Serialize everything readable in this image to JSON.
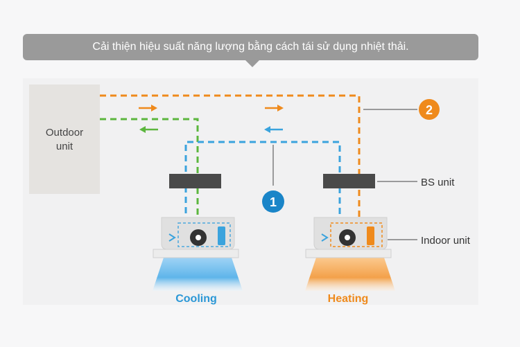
{
  "tooltip": {
    "text": "Cải thiện hiệu suất năng lượng bằng cách tái sử dụng nhiệt thải."
  },
  "diagram": {
    "outdoor_unit_label": [
      "Outdoor",
      "unit"
    ],
    "bs_unit_label": "BS unit",
    "indoor_unit_label": "Indoor unit",
    "marker_1": "1",
    "marker_2": "2",
    "cooling_label": "Cooling",
    "heating_label": "Heating",
    "colors": {
      "orange": "#ef8a1c",
      "green": "#5cb63e",
      "blue": "#3aa3dd",
      "dark_blue": "#1a85c8",
      "bs_unit": "#4a4a4a",
      "outdoor_unit": "#e5e3e0"
    }
  }
}
